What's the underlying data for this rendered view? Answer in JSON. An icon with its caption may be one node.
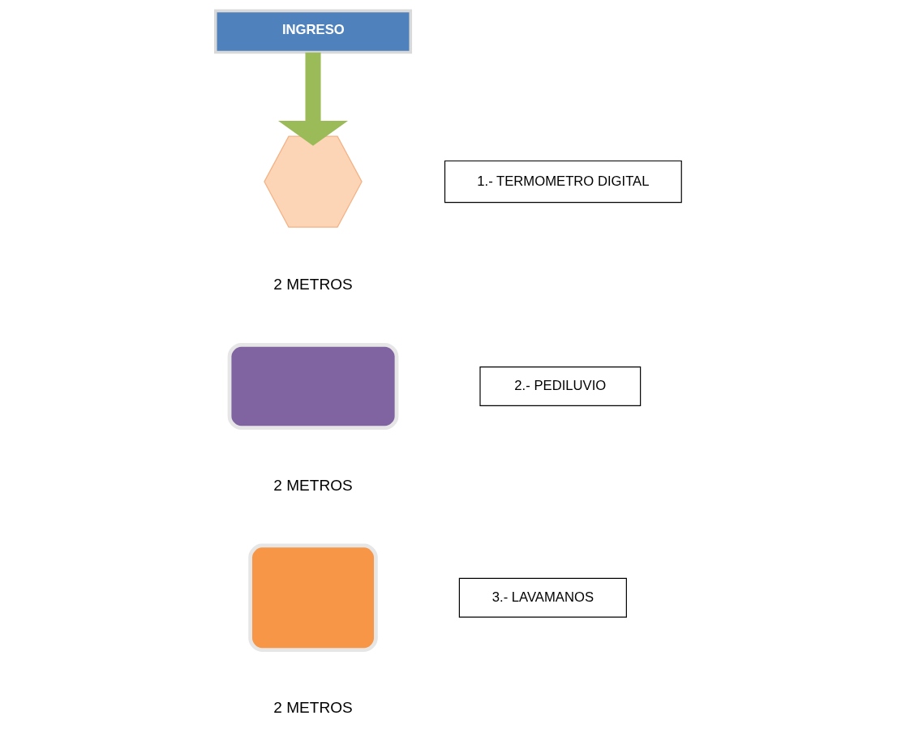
{
  "diagram": {
    "nodes": [
      {
        "text": [
          "INGRESO"
        ]
      },
      {
        "text": [],
        "shape": "hexagon"
      },
      {
        "text": [
          "1.- TERMOMETRO DIGITAL"
        ]
      },
      {
        "text": [],
        "shape": "box"
      },
      {
        "text": [
          "2.- PEDILUVIO"
        ]
      },
      {
        "text": [],
        "shape": "box"
      },
      {
        "text": [
          "3.- LAVAMANOS"
        ]
      }
    ],
    "edges": [
      {
        "from": 0,
        "to": 1,
        "arrow": "to",
        "color": "#9bbb59"
      }
    ],
    "labels": [
      "2 METROS",
      "2 METROS",
      "2 METROS"
    ]
  }
}
